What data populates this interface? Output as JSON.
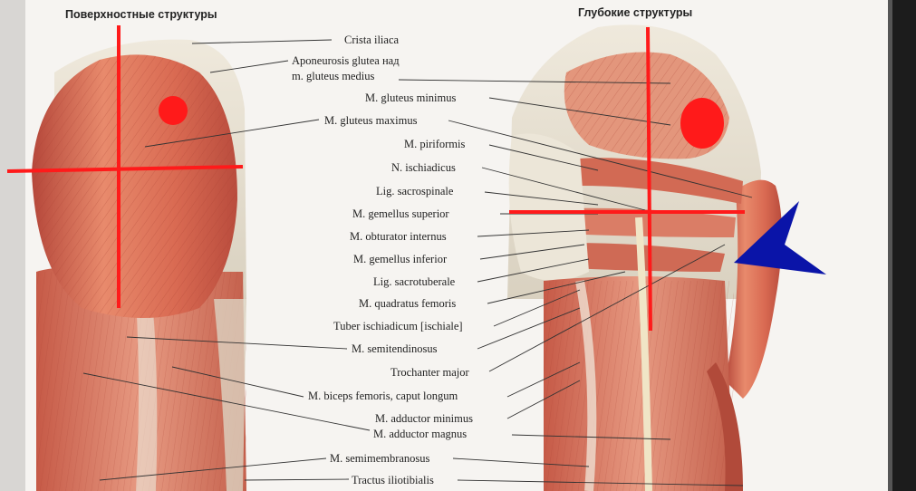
{
  "titles": {
    "superficial": "Поверхностные структуры",
    "deep": "Глубокие структуры"
  },
  "labels": {
    "crista_iliaca": "Crista iliaca",
    "aponeurosis_1": "Aponeurosis glutea над",
    "aponeurosis_2": "m. gluteus medius",
    "gluteus_minimus": "M. gluteus minimus",
    "gluteus_maximus": "M. gluteus maximus",
    "piriformis": "M. piriformis",
    "ischiadicus": "N. ischiadicus",
    "sacrospinale": "Lig. sacrospinale",
    "gemellus_superior": "M. gemellus superior",
    "obturator_internus": "M. obturator internus",
    "gemellus_inferior": "M. gemellus inferior",
    "sacrotuberale": "Lig. sacrotuberale",
    "quadratus_femoris": "M. quadratus femoris",
    "tuber_ischiadicum": "Tuber ischiadicum [ischiale]",
    "semitendinosus": "M. semitendinosus",
    "trochanter_major": "Trochanter major",
    "biceps_femoris": "M. biceps femoris, caput longum",
    "adductor_minimus": "M. adductor minimus",
    "adductor_magnus": "M. adductor magnus",
    "semimembranosus": "M. semimembranosus",
    "tractus_iliotibialis": "Tractus iliotibialis"
  },
  "colors": {
    "marker_red": "#ff1a1a",
    "arrow_blue": "#0a14a8",
    "muscle": "#e07a5f",
    "muscle_dark": "#c4513c",
    "fascia": "#e8e2d4"
  }
}
